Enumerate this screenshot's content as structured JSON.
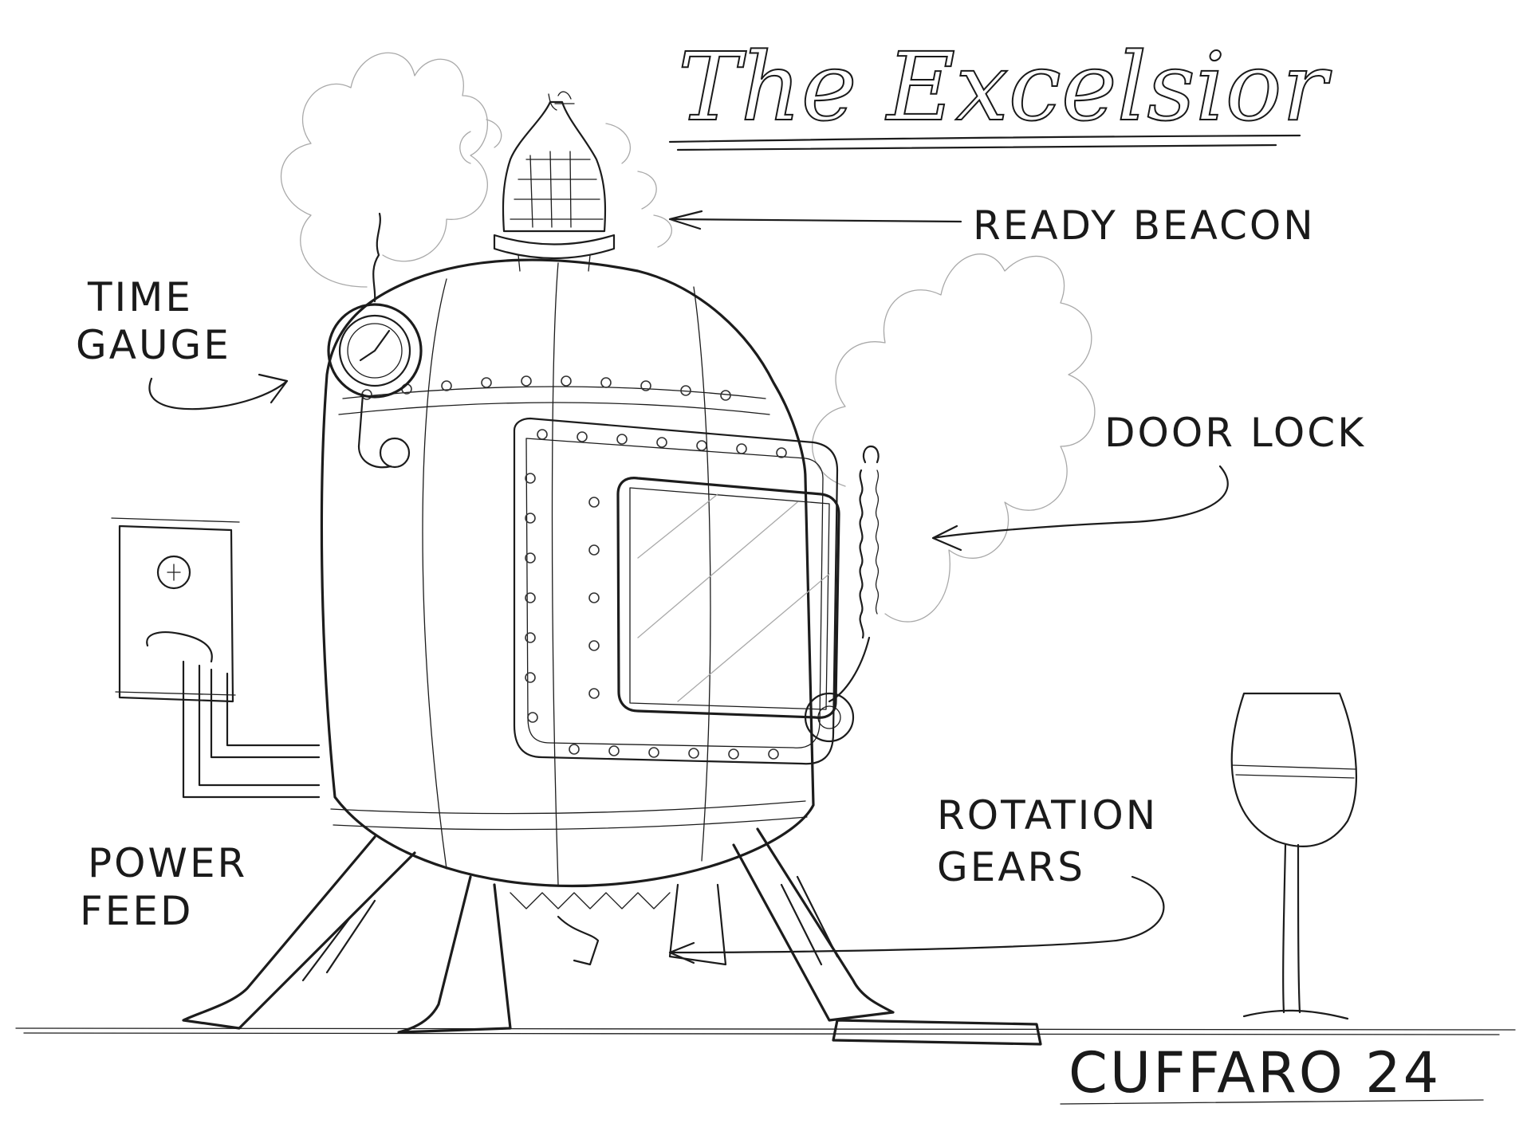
{
  "title": "The Excelsior",
  "labels": {
    "ready_beacon": "READY BEACON",
    "time_gauge_line1": "TIME",
    "time_gauge_line2": "GAUGE",
    "door_lock_line1": "DOOR LOCK",
    "power_feed_line1": "POWER",
    "power_feed_line2": "FEED",
    "rotation_gears_line1": "ROTATION",
    "rotation_gears_line2": "GEARS"
  },
  "signature": "CUFFARO 24",
  "colors": {
    "paper": "#ffffff",
    "ink": "#1c1c1c",
    "smoke": "#a9a9a9"
  }
}
